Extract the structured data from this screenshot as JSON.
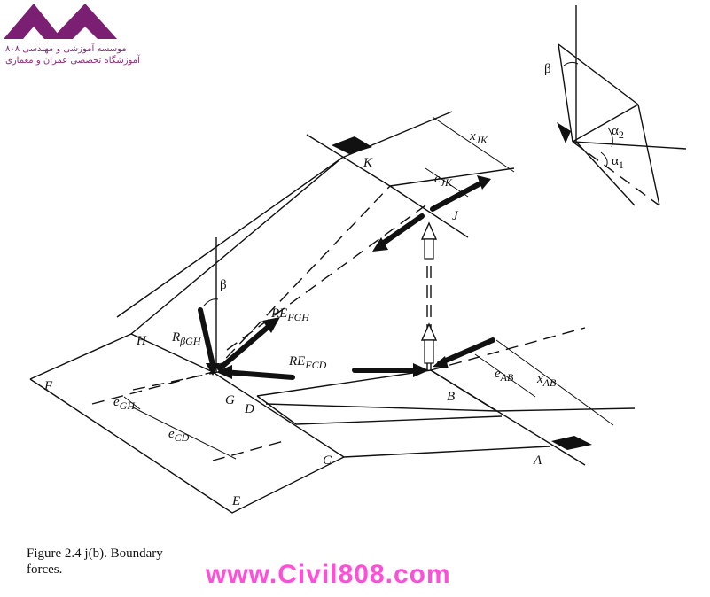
{
  "logo": {
    "line1": "موسسه آموزشی و مهندسی ۸۰۸",
    "line2": "آموزشگاه تخصصی عمران و معماری",
    "color": "#7a1f72"
  },
  "labels": {
    "K": "K",
    "J": "J",
    "H": "H",
    "F": "F",
    "G": "G",
    "D": "D",
    "B": "B",
    "C": "C",
    "A": "A",
    "E": "E",
    "beta": "β",
    "beta_inset": "β",
    "alpha": "α",
    "sub1": "1",
    "sub2": "2"
  },
  "forces": {
    "R": "R",
    "R_sub": "βGH",
    "REF1": "RE",
    "REF1_sub": "FGH",
    "REF2": "RE",
    "REF2_sub": "FCD"
  },
  "dims": {
    "x_JK": "x",
    "x_JK_sub": "JK",
    "e_JK": "e",
    "e_JK_sub": "JK",
    "e_AB": "e",
    "e_AB_sub": "AB",
    "x_AB": "x",
    "x_AB_sub": "AB",
    "e_GH": "e",
    "e_GH_sub": "GH",
    "e_CD": "e",
    "e_CD_sub": "CD"
  },
  "caption": {
    "line1": "Figure 2.4 j(b). Boundary",
    "line2": "forces."
  },
  "watermark": "www.Civil808.com"
}
